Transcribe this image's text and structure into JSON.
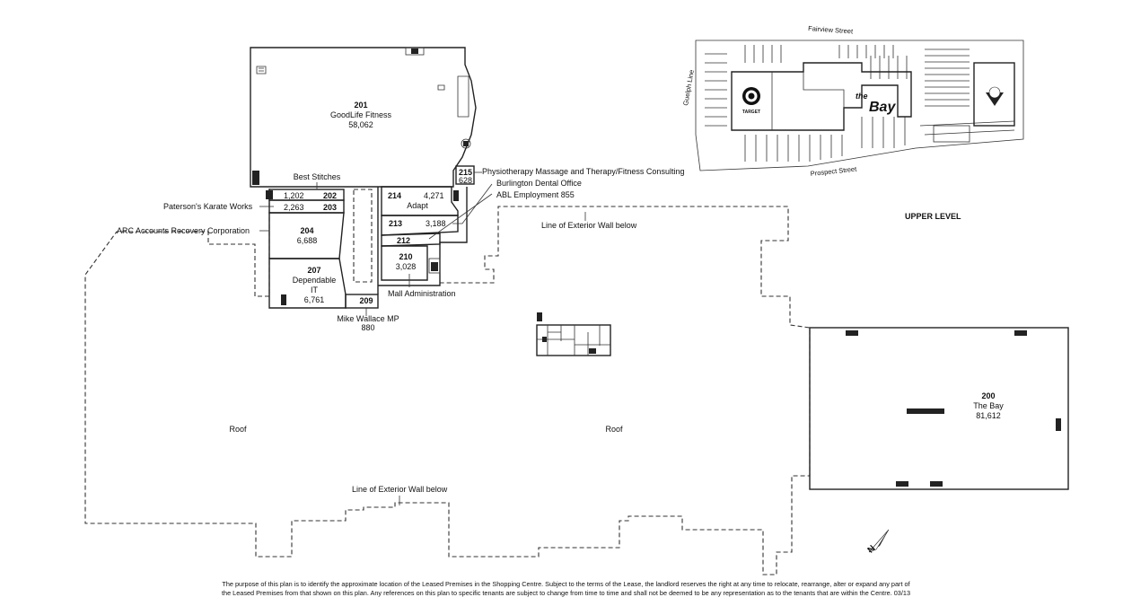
{
  "level_title": "UPPER LEVEL",
  "units": [
    {
      "number": "201",
      "name": "GoodLife Fitness",
      "area": "58,062"
    },
    {
      "number": "202",
      "name": "Best Stitches",
      "area": "1,202"
    },
    {
      "number": "203",
      "name": "Paterson's Karate Works",
      "area": "2,263"
    },
    {
      "number": "204",
      "name": "ARC Accounts Recovery Corporation",
      "area": "6,688"
    },
    {
      "number": "207",
      "name": "Dependable IT",
      "name_line1": "Dependable",
      "name_line2": "IT",
      "area": "6,761"
    },
    {
      "number": "209",
      "name": "Mike Wallace MP",
      "area": "880"
    },
    {
      "number": "210",
      "name": "Mall Administration",
      "area": "3,028"
    },
    {
      "number": "212",
      "name": "ABL Employment",
      "area": "855",
      "callout": "ABL Employment 855"
    },
    {
      "number": "213",
      "name": "Burlington Dental Office",
      "area": "3,188"
    },
    {
      "number": "214",
      "name": "Adapt",
      "area": "4,271"
    },
    {
      "number": "215",
      "name": "Physiotherapy Massage and Therapy/Fitness Consulting",
      "area": "628"
    },
    {
      "number": "200",
      "name": "The Bay",
      "area": "81,612"
    }
  ],
  "labels": {
    "roof_left": "Roof",
    "roof_center": "Roof",
    "exterior_wall_top": "Line of Exterior Wall below",
    "exterior_wall_bottom": "Line of Exterior Wall below"
  },
  "key_map": {
    "streets": {
      "north": "Fairview Street",
      "west": "Guelph Line",
      "south": "Prospect Street"
    },
    "anchors": {
      "target": "TARGET",
      "bay_prefix": "the",
      "bay": "Bay"
    }
  },
  "compass": "N",
  "disclaimer_line1": "The purpose of this plan is to identify the approximate location of the Leased Premises in the Shopping Centre. Subject to the terms of the Lease, the landlord reserves the right at any time to relocate, rearrange, alter or expand any part of",
  "disclaimer_line2": "the Leased Premises from that shown on this plan. Any references on this plan to specific tenants are subject to change from time to time and shall not be deemed to be any representation as to the tenants that are within the Centre.  03/13"
}
